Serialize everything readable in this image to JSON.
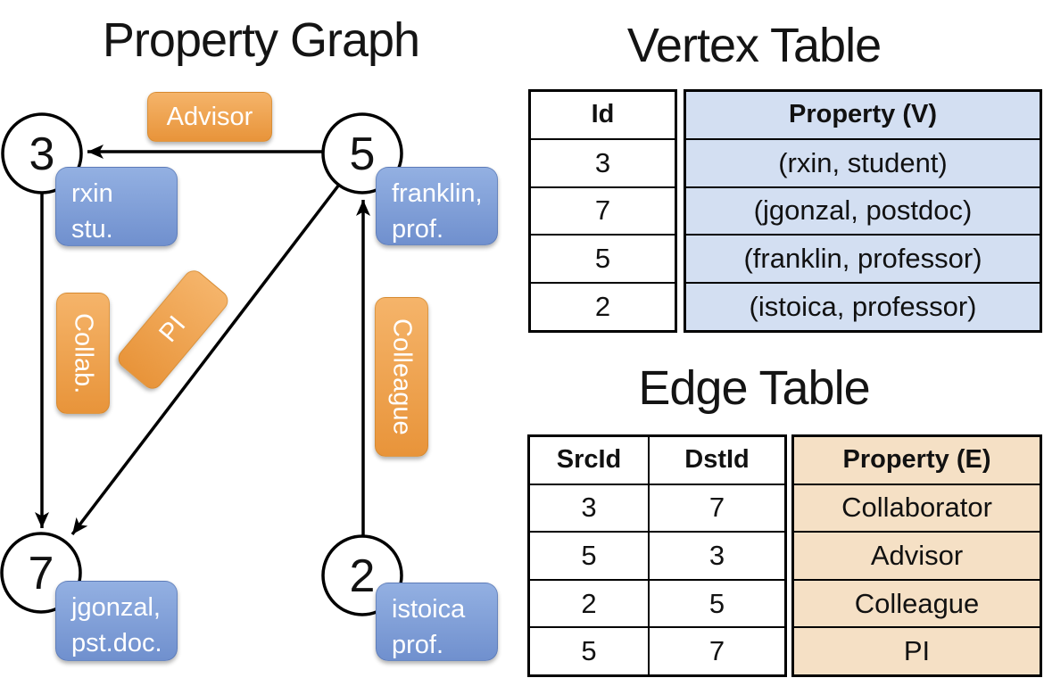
{
  "colors": {
    "edge_badge_orange_top": "#F5B46A",
    "edge_badge_orange_bottom": "#E8943A",
    "vertex_box_blue_top": "#93B0E2",
    "vertex_box_blue_bottom": "#7090CE",
    "vertex_table_property_fill": "#D3DFF2",
    "edge_table_property_fill": "#F5E0C5",
    "line_color": "#000000"
  },
  "graph": {
    "title": "Property Graph",
    "nodes": [
      {
        "id": "3",
        "property_line1": "rxin",
        "property_line2": "stu."
      },
      {
        "id": "5",
        "property_line1": "franklin,",
        "property_line2": "prof."
      },
      {
        "id": "7",
        "property_line1": "jgonzal,",
        "property_line2": "pst.doc."
      },
      {
        "id": "2",
        "property_line1": "istoica",
        "property_line2": "prof."
      }
    ],
    "edge_labels": {
      "advisor": "Advisor",
      "collab": "Collab.",
      "pi": "PI",
      "colleague": "Colleague"
    }
  },
  "vertex_table": {
    "title": "Vertex Table",
    "id_header": "Id",
    "property_header": "Property (V)",
    "rows": [
      {
        "id": "3",
        "property": "(rxin, student)"
      },
      {
        "id": "7",
        "property": "(jgonzal, postdoc)"
      },
      {
        "id": "5",
        "property": "(franklin, professor)"
      },
      {
        "id": "2",
        "property": "(istoica, professor)"
      }
    ]
  },
  "edge_table": {
    "title": "Edge Table",
    "src_header": "SrcId",
    "dst_header": "DstId",
    "property_header": "Property (E)",
    "rows": [
      {
        "src": "3",
        "dst": "7",
        "property": "Collaborator"
      },
      {
        "src": "5",
        "dst": "3",
        "property": "Advisor"
      },
      {
        "src": "2",
        "dst": "5",
        "property": "Colleague"
      },
      {
        "src": "5",
        "dst": "7",
        "property": "PI"
      }
    ]
  }
}
